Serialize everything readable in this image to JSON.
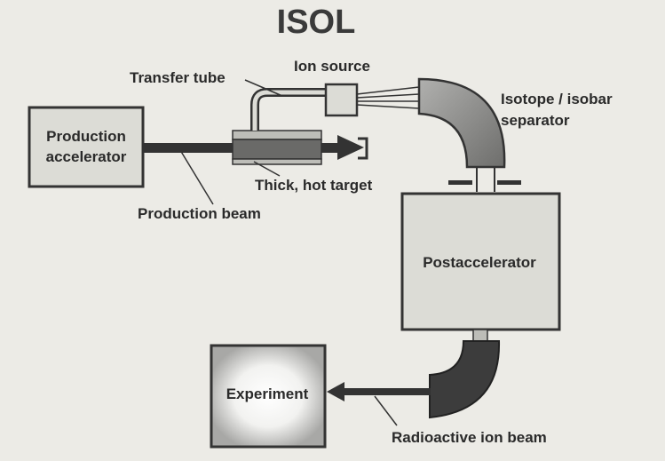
{
  "title": "ISOL",
  "labels": {
    "production_accelerator_line1": "Production",
    "production_accelerator_line2": "accelerator",
    "transfer_tube": "Transfer tube",
    "ion_source": "Ion source",
    "separator_line1": "Isotope / isobar",
    "separator_line2": "separator",
    "thick_hot_target": "Thick, hot target",
    "production_beam": "Production beam",
    "postaccelerator": "Postaccelerator",
    "experiment": "Experiment",
    "radioactive_ion_beam": "Radioactive ion beam"
  },
  "colors": {
    "background": "#ecebe6",
    "box_fill": "#dcdcd6",
    "dark": "#333333",
    "magnet": "#8a8a88",
    "magnet_dark": "#3c3c3c"
  }
}
